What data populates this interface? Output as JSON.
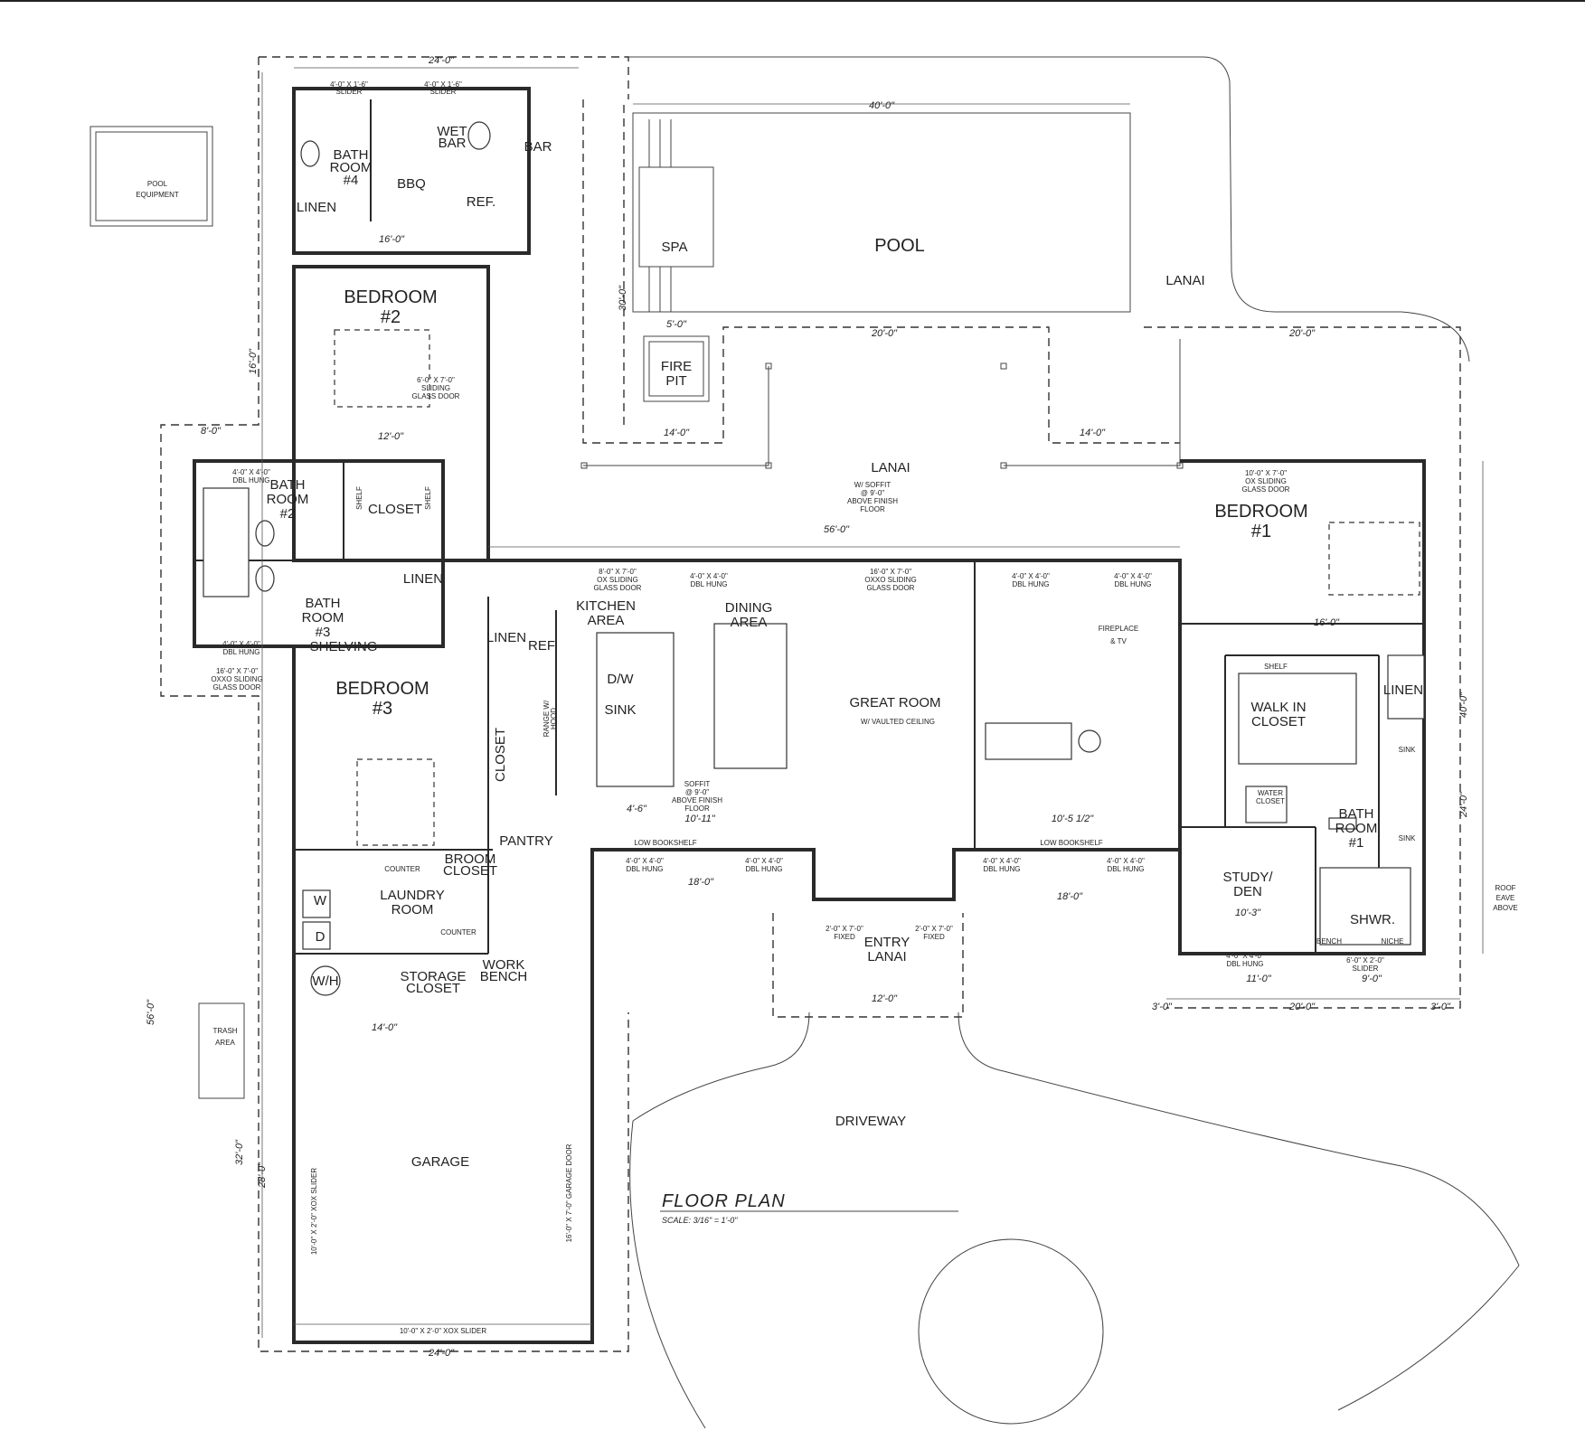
{
  "plan": {
    "title": "FLOOR PLAN",
    "scale": "SCALE: 3/16\" = 1'-0\""
  },
  "rooms": [
    {
      "key": "pool_equipment",
      "lines": [
        "POOL",
        "EQUIPMENT"
      ]
    },
    {
      "key": "bath4",
      "lines": [
        "BATH",
        "ROOM",
        "#4"
      ]
    },
    {
      "key": "wet_bar",
      "lines": [
        "WET",
        "BAR"
      ]
    },
    {
      "key": "bar",
      "lines": [
        "BAR"
      ]
    },
    {
      "key": "bbq",
      "lines": [
        "BBQ"
      ]
    },
    {
      "key": "ref_bar",
      "lines": [
        "REF."
      ]
    },
    {
      "key": "linen_bath4",
      "lines": [
        "LINEN"
      ]
    },
    {
      "key": "spa",
      "lines": [
        "SPA"
      ]
    },
    {
      "key": "pool",
      "lines": [
        "POOL"
      ]
    },
    {
      "key": "lanai_top",
      "lines": [
        "LANAI"
      ]
    },
    {
      "key": "fire_pit",
      "lines": [
        "FIRE",
        "PIT"
      ]
    },
    {
      "key": "bedroom2",
      "lines": [
        "BEDROOM",
        "#2"
      ]
    },
    {
      "key": "lanai_center",
      "lines": [
        "LANAI"
      ]
    },
    {
      "key": "bath2",
      "lines": [
        "BATH",
        "ROOM",
        "#2"
      ]
    },
    {
      "key": "closet_b2",
      "lines": [
        "CLOSET"
      ]
    },
    {
      "key": "bath3",
      "lines": [
        "BATH",
        "ROOM",
        "#3"
      ]
    },
    {
      "key": "linen_bath3",
      "lines": [
        "LINEN"
      ]
    },
    {
      "key": "shelving",
      "lines": [
        "SHELVING"
      ]
    },
    {
      "key": "kitchen",
      "lines": [
        "KITCHEN",
        "AREA"
      ]
    },
    {
      "key": "dining",
      "lines": [
        "DINING",
        "AREA"
      ]
    },
    {
      "key": "great_room",
      "lines": [
        "GREAT ROOM"
      ]
    },
    {
      "key": "fireplace",
      "lines": [
        "FIREPLACE",
        "& TV"
      ]
    },
    {
      "key": "bedroom1",
      "lines": [
        "BEDROOM",
        "#1"
      ]
    },
    {
      "key": "walk_in",
      "lines": [
        "WALK IN",
        "CLOSET"
      ]
    },
    {
      "key": "linen_b1",
      "lines": [
        "LINEN"
      ]
    },
    {
      "key": "bath1",
      "lines": [
        "BATH",
        "ROOM",
        "#1"
      ]
    },
    {
      "key": "shwr",
      "lines": [
        "SHWR."
      ]
    },
    {
      "key": "study",
      "lines": [
        "STUDY/",
        "DEN"
      ]
    },
    {
      "key": "bedroom3",
      "lines": [
        "BEDROOM",
        "#3"
      ]
    },
    {
      "key": "linen_k",
      "lines": [
        "LINEN"
      ]
    },
    {
      "key": "ref_k",
      "lines": [
        "REF"
      ]
    },
    {
      "key": "dw",
      "lines": [
        "D/W"
      ]
    },
    {
      "key": "sink_k",
      "lines": [
        "SINK"
      ]
    },
    {
      "key": "pantry",
      "lines": [
        "PANTRY"
      ]
    },
    {
      "key": "broom",
      "lines": [
        "BROOM",
        "CLOSET"
      ]
    },
    {
      "key": "laundry",
      "lines": [
        "LAUNDRY",
        "ROOM"
      ]
    },
    {
      "key": "washer",
      "lines": [
        "W"
      ]
    },
    {
      "key": "dryer",
      "lines": [
        "D"
      ]
    },
    {
      "key": "wh",
      "lines": [
        "W/H"
      ]
    },
    {
      "key": "storage",
      "lines": [
        "STORAGE",
        "CLOSET"
      ]
    },
    {
      "key": "work_bench",
      "lines": [
        "WORK",
        "BENCH"
      ]
    },
    {
      "key": "trash",
      "lines": [
        "TRASH",
        "AREA"
      ]
    },
    {
      "key": "entry_lanai",
      "lines": [
        "ENTRY",
        "LANAI"
      ]
    },
    {
      "key": "garage",
      "lines": [
        "GARAGE"
      ]
    },
    {
      "key": "driveway",
      "lines": [
        "DRIVEWAY"
      ]
    },
    {
      "key": "low_bookshelf_l",
      "lines": [
        "LOW BOOKSHELF"
      ]
    },
    {
      "key": "low_bookshelf_r",
      "lines": [
        "LOW BOOKSHELF"
      ]
    }
  ],
  "notes": [
    {
      "key": "vaulted",
      "lines": [
        "W/ VAULTED CEILING"
      ]
    },
    {
      "key": "lanai_soffit",
      "lines": [
        "W/ SOFFIT",
        "@ 9'-0\"",
        "ABOVE FINISH",
        "FLOOR"
      ]
    },
    {
      "key": "kitchen_soffit",
      "lines": [
        "SOFFIT",
        "@ 9'-0\"",
        "ABOVE FINISH",
        "FLOOR"
      ]
    },
    {
      "key": "roof_eave",
      "lines": [
        "ROOF",
        "EAVE",
        "ABOVE"
      ]
    },
    {
      "key": "b2_slider",
      "lines": [
        "6'-0\" X 7'-0\"",
        "SLIDING",
        "GLASS DOOR"
      ]
    },
    {
      "key": "kitchen_door",
      "lines": [
        "8'-0\" X 7'-0\"",
        "OX SLIDING",
        "GLASS DOOR"
      ]
    },
    {
      "key": "great_door",
      "lines": [
        "16'-0\" X 7'-0\"",
        "OXXO SLIDING",
        "GLASS DOOR"
      ]
    },
    {
      "key": "b1_door",
      "lines": [
        "10'-0\" X 7'-0\"",
        "OX SLIDING",
        "GLASS DOOR"
      ]
    },
    {
      "key": "b3_door",
      "lines": [
        "16'-0\" X 7'-0\"",
        "OXXO SLIDING",
        "GLASS DOOR"
      ]
    },
    {
      "key": "garage_door",
      "lines": [
        "16'-0\" X 7'-0\" GARAGE DOOR"
      ]
    },
    {
      "key": "garage_slider_l",
      "lines": [
        "10'-0\" X 2'-0\" XOX SLIDER"
      ]
    },
    {
      "key": "garage_slider_b",
      "lines": [
        "10'-0\" X 2'-0\" XOX SLIDER"
      ]
    },
    {
      "key": "entry_fixed_l",
      "lines": [
        "2'-0\" X 7'-0\"",
        "FIXED"
      ]
    },
    {
      "key": "entry_fixed_r",
      "lines": [
        "2'-0\" X 7'-0\"",
        "FIXED"
      ]
    },
    {
      "key": "b1_slider",
      "lines": [
        "6'-0\" X 2'-0\"",
        "SLIDER"
      ]
    },
    {
      "key": "win_dh_1",
      "lines": [
        "4'-0\" X 4'-0\"",
        "DBL HUNG"
      ]
    },
    {
      "key": "win_dh_2",
      "lines": [
        "4'-0\" X 4'-0\"",
        "DBL HUNG"
      ]
    },
    {
      "key": "win_dh_3",
      "lines": [
        "4'-0\" X 4'-0\"",
        "DBL HUNG"
      ]
    },
    {
      "key": "win_dh_4",
      "lines": [
        "4'-0\" X 4'-0\"",
        "DBL HUNG"
      ]
    },
    {
      "key": "win_dh_5",
      "lines": [
        "4'-0\" X 4'-0\"",
        "DBL HUNG"
      ]
    },
    {
      "key": "win_dh_6",
      "lines": [
        "4'-0\" X 4'-0\"",
        "DBL HUNG"
      ]
    },
    {
      "key": "win_dh_7",
      "lines": [
        "4'-0\" X 4'-0\"",
        "DBL HUNG"
      ]
    },
    {
      "key": "win_dh_8",
      "lines": [
        "4'-0\" X 4'-0\"",
        "DBL HUNG"
      ]
    },
    {
      "key": "win_dh_9",
      "lines": [
        "4'-0\" X 4'-0\"",
        "DBL HUNG"
      ]
    },
    {
      "key": "win_dh_10",
      "lines": [
        "4'-0\" X 4'-0\"",
        "DBL HUNG"
      ]
    },
    {
      "key": "top_slider_1",
      "lines": [
        "4'-0\" X 1'-6\"",
        "SLIDER"
      ]
    },
    {
      "key": "top_slider_2",
      "lines": [
        "4'-0\" X 1'-6\"",
        "SLIDER"
      ]
    },
    {
      "key": "counter_1",
      "lines": [
        "COUNTER"
      ]
    },
    {
      "key": "counter_2",
      "lines": [
        "COUNTER"
      ]
    },
    {
      "key": "shelf_1",
      "lines": [
        "SHELF"
      ]
    },
    {
      "key": "shelf_2",
      "lines": [
        "SHELF"
      ]
    },
    {
      "key": "shelf_3",
      "lines": [
        "SHELF"
      ]
    },
    {
      "key": "closet_k",
      "lines": [
        "CLOSET"
      ]
    },
    {
      "key": "range",
      "lines": [
        "RANGE W/",
        "HOOD"
      ]
    },
    {
      "key": "water_closet",
      "lines": [
        "WATER",
        "CLOSET"
      ]
    },
    {
      "key": "bench",
      "lines": [
        "BENCH"
      ]
    },
    {
      "key": "niche",
      "lines": [
        "NICHE"
      ]
    },
    {
      "key": "sink_b1a",
      "lines": [
        "SINK"
      ]
    },
    {
      "key": "sink_b1b",
      "lines": [
        "SINK"
      ]
    }
  ],
  "dims": [
    {
      "key": "d_top",
      "text": "24'-0\""
    },
    {
      "key": "d_pool_len",
      "text": "40'-0\""
    },
    {
      "key": "d_pool_w",
      "text": "30'-0\""
    },
    {
      "key": "d_lanai_20a",
      "text": "20'-0\""
    },
    {
      "key": "d_lanai_20b",
      "text": "20'-0\""
    },
    {
      "key": "d_lanai_14a",
      "text": "14'-0\""
    },
    {
      "key": "d_lanai_14b",
      "text": "14'-0\""
    },
    {
      "key": "d_56",
      "text": "56'-0\""
    },
    {
      "key": "d_16_top",
      "text": "16'-0\""
    },
    {
      "key": "d_16_b2",
      "text": "16'-0\""
    },
    {
      "key": "d_12_b2",
      "text": "12'-0\""
    },
    {
      "key": "d_8_left",
      "text": "8'-0\""
    },
    {
      "key": "d_18a",
      "text": "18'-0\""
    },
    {
      "key": "d_18b",
      "text": "18'-0\""
    },
    {
      "key": "d_12_entry",
      "text": "12'-0\""
    },
    {
      "key": "d_24_bottom",
      "text": "24'-0\""
    },
    {
      "key": "d_56_left",
      "text": "56'-0\""
    },
    {
      "key": "d_32_left",
      "text": "32'-0\""
    },
    {
      "key": "d_28",
      "text": "28'-0\""
    },
    {
      "key": "d_40_right",
      "text": "40'-0\""
    },
    {
      "key": "d_24_right",
      "text": "24'-0\""
    },
    {
      "key": "d_20_bottom_r",
      "text": "20'-0\""
    },
    {
      "key": "d_3a",
      "text": "3'-0\""
    },
    {
      "key": "d_3b",
      "text": "3'-0\""
    },
    {
      "key": "d_16_b1",
      "text": "16'-0\""
    },
    {
      "key": "d_11",
      "text": "11'-0\""
    },
    {
      "key": "d_9",
      "text": "9'-0\""
    },
    {
      "key": "d_14",
      "text": "14'-0\""
    },
    {
      "key": "d_10_11",
      "text": "10'-11\""
    },
    {
      "key": "d_10_5_1_2",
      "text": "10'-5 1/2\""
    },
    {
      "key": "d_10_3",
      "text": "10'-3\""
    },
    {
      "key": "d_5_0",
      "text": "5'-0\""
    },
    {
      "key": "d_4_6",
      "text": "4'-6\""
    }
  ],
  "colors": {
    "line": "#2a2a2a",
    "text": "#222222",
    "background": "#ffffff"
  }
}
